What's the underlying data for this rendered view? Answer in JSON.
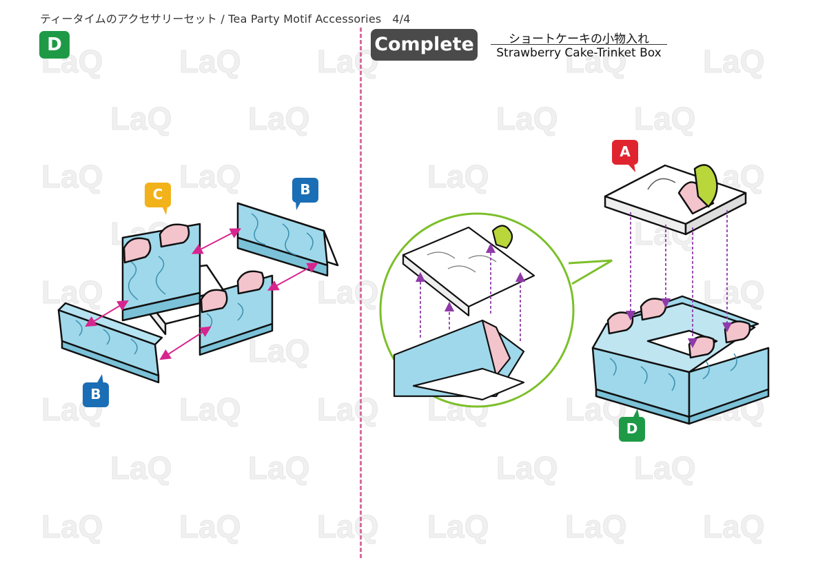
{
  "header": {
    "title": "ティータイムのアクセサリーセット / Tea Party Motif Accessories   4/4"
  },
  "step_left": {
    "badge": "D"
  },
  "step_right": {
    "badge": "Complete",
    "title_jp": "ショートケーキの小物入れ",
    "title_en": "Strawberry Cake-Trinket Box"
  },
  "part_labels": {
    "c": "C",
    "b_top": "B",
    "b_bottom": "B",
    "a": "A",
    "d": "D"
  },
  "watermark": {
    "text": "LaQ"
  },
  "colors": {
    "blue": "#9fd8ea",
    "pink": "#f3c4cc",
    "lime": "#b9d63a",
    "green_badge": "#1e9a47",
    "blue_badge": "#1a6eb5",
    "yellow_badge": "#f2b21a",
    "red_badge": "#e0242f",
    "arrow_magenta": "#d6258f",
    "arrow_purple": "#8f3aa8",
    "divider": "#d86b9e",
    "bubble": "#7cbf2a"
  }
}
